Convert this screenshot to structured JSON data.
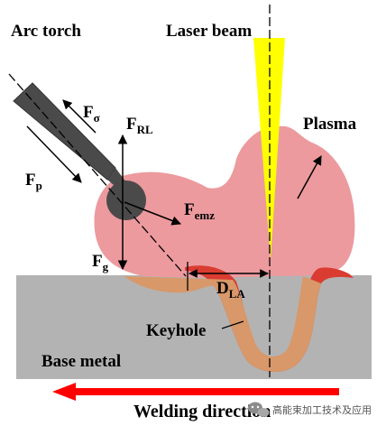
{
  "labels": {
    "arc_torch": "Arc torch",
    "laser_beam": "Laser beam",
    "plasma": "Plasma",
    "keyhole": "Keyhole",
    "base_metal": "Base metal",
    "welding_direction": "Welding direction"
  },
  "forces": {
    "f_sigma": {
      "main": "F",
      "sub": "σ"
    },
    "f_rl": {
      "main": "F",
      "sub": "RL"
    },
    "f_p": {
      "main": "F",
      "sub": "p"
    },
    "f_emz": {
      "main": "F",
      "sub": "emz"
    },
    "f_g": {
      "main": "F",
      "sub": "g"
    },
    "d_la": {
      "main": "D",
      "sub": "LA"
    }
  },
  "watermark": "高能束加工技术及应用",
  "colors": {
    "base_metal": "#b3b3b3",
    "plasma": "#ec9a9e",
    "molten_pool": "#d89869",
    "molten_edge": "#da3c31",
    "laser": "#ffff00",
    "torch": "#4a4a4a",
    "arrow_red": "#ff0000"
  },
  "icons": {
    "watermark": "wechat-logo-icon"
  }
}
